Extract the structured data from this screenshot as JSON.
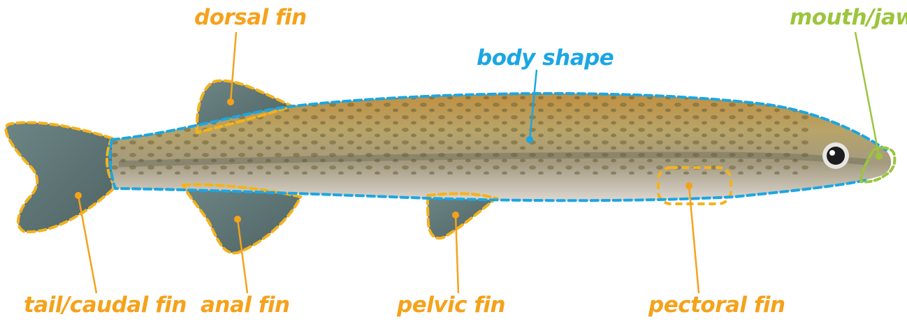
{
  "colors": {
    "fin_label": "#F5A21B",
    "body_label": "#1BA6E3",
    "mouth_label": "#9BC53D",
    "fin_outline": "#F5B21B",
    "body_outline": "#1BA6E3",
    "mouth_outline": "#9BC53D",
    "fish_body": "#B9A36E",
    "fish_back": "#B98B3A",
    "fish_belly": "#D8D2CA",
    "fin_fill": "#5E7577"
  },
  "labels": {
    "dorsal_fin": "dorsal fin",
    "body_shape": "body shape",
    "mouth_jaw": "mouth/jaw",
    "tail_caudal_fin": "tail/caudal fin",
    "anal_fin": "anal fin",
    "pelvic_fin": "pelvic fin",
    "pectoral_fin": "pectoral fin"
  }
}
